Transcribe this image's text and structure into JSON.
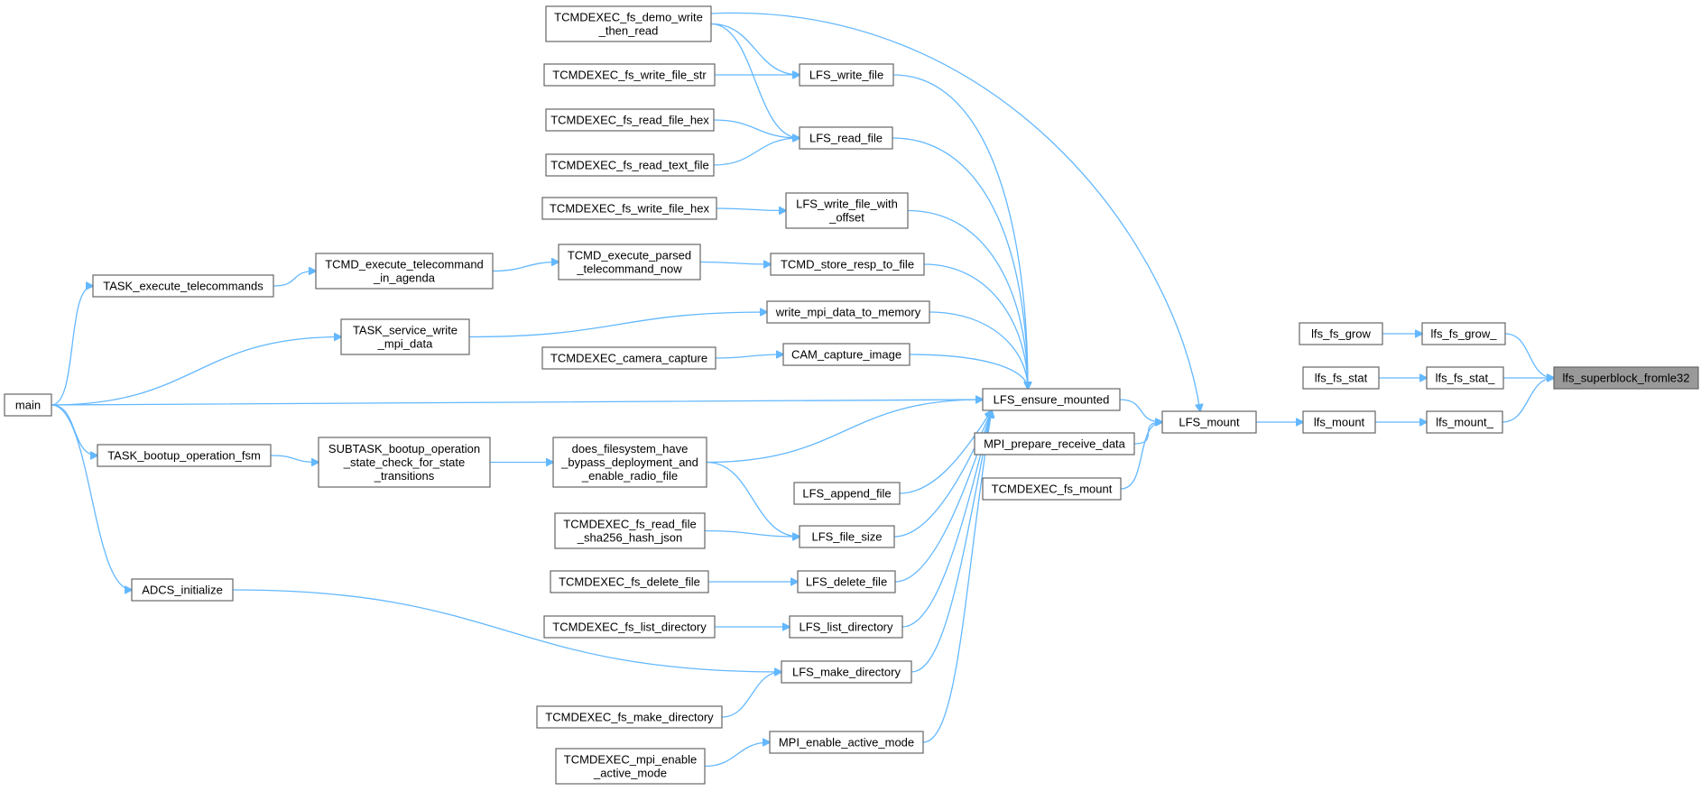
{
  "graph": {
    "title": "",
    "colors": {
      "edge": "#63b8ff",
      "node_border": "#666666",
      "node_fill": "#ffffff",
      "highlight_fill": "#999999"
    },
    "nodes": [
      {
        "id": "superblock",
        "lines": [
          "lfs_superblock_fromle32"
        ],
        "highlight": true
      },
      {
        "id": "fs_grow_",
        "lines": [
          "lfs_fs_grow_"
        ]
      },
      {
        "id": "fs_stat_",
        "lines": [
          "lfs_fs_stat_"
        ]
      },
      {
        "id": "mount_",
        "lines": [
          "lfs_mount_"
        ]
      },
      {
        "id": "fs_grow",
        "lines": [
          "lfs_fs_grow"
        ]
      },
      {
        "id": "fs_stat",
        "lines": [
          "lfs_fs_stat"
        ]
      },
      {
        "id": "lfsmount",
        "lines": [
          "lfs_mount"
        ]
      },
      {
        "id": "LFS_mount",
        "lines": [
          "LFS_mount"
        ]
      },
      {
        "id": "ensure",
        "lines": [
          "LFS_ensure_mounted"
        ]
      },
      {
        "id": "mpi_prep",
        "lines": [
          "MPI_prepare_receive_data"
        ]
      },
      {
        "id": "tc_fs_mount",
        "lines": [
          "TCMDEXEC_fs_mount"
        ]
      },
      {
        "id": "tc_demo",
        "lines": [
          "TCMDEXEC_fs_demo_write",
          "_then_read"
        ]
      },
      {
        "id": "tc_write_str",
        "lines": [
          "TCMDEXEC_fs_write_file_str"
        ]
      },
      {
        "id": "lfs_write",
        "lines": [
          "LFS_write_file"
        ]
      },
      {
        "id": "tc_read_hex",
        "lines": [
          "TCMDEXEC_fs_read_file_hex"
        ]
      },
      {
        "id": "lfs_read",
        "lines": [
          "LFS_read_file"
        ]
      },
      {
        "id": "tc_read_text",
        "lines": [
          "TCMDEXEC_fs_read_text_file"
        ]
      },
      {
        "id": "tc_write_hex",
        "lines": [
          "TCMDEXEC_fs_write_file_hex"
        ]
      },
      {
        "id": "lfs_write_off",
        "lines": [
          "LFS_write_file_with",
          "_offset"
        ]
      },
      {
        "id": "task_exec",
        "lines": [
          "TASK_execute_telecommands"
        ]
      },
      {
        "id": "tcmd_agenda",
        "lines": [
          "TCMD_execute_telecommand",
          "_in_agenda"
        ]
      },
      {
        "id": "tcmd_parsed",
        "lines": [
          "TCMD_execute_parsed",
          "_telecommand_now"
        ]
      },
      {
        "id": "tcmd_store",
        "lines": [
          "TCMD_store_resp_to_file"
        ]
      },
      {
        "id": "task_mpi",
        "lines": [
          "TASK_service_write",
          "_mpi_data"
        ]
      },
      {
        "id": "write_mpi",
        "lines": [
          "write_mpi_data_to_memory"
        ]
      },
      {
        "id": "tc_camera",
        "lines": [
          "TCMDEXEC_camera_capture"
        ]
      },
      {
        "id": "cam_capture",
        "lines": [
          "CAM_capture_image"
        ]
      },
      {
        "id": "main",
        "lines": [
          "main"
        ]
      },
      {
        "id": "task_bootup",
        "lines": [
          "TASK_bootup_operation_fsm"
        ]
      },
      {
        "id": "subtask_boot",
        "lines": [
          "SUBTASK_bootup_operation",
          "_state_check_for_state",
          "_transitions"
        ]
      },
      {
        "id": "does_fs",
        "lines": [
          "does_filesystem_have",
          "_bypass_deployment_and",
          "_enable_radio_file"
        ]
      },
      {
        "id": "lfs_append",
        "lines": [
          "LFS_append_file"
        ]
      },
      {
        "id": "tc_sha",
        "lines": [
          "TCMDEXEC_fs_read_file",
          "_sha256_hash_json"
        ]
      },
      {
        "id": "lfs_size",
        "lines": [
          "LFS_file_size"
        ]
      },
      {
        "id": "tc_delete",
        "lines": [
          "TCMDEXEC_fs_delete_file"
        ]
      },
      {
        "id": "lfs_delete",
        "lines": [
          "LFS_delete_file"
        ]
      },
      {
        "id": "adcs",
        "lines": [
          "ADCS_initialize"
        ]
      },
      {
        "id": "tc_list",
        "lines": [
          "TCMDEXEC_fs_list_directory"
        ]
      },
      {
        "id": "lfs_list",
        "lines": [
          "LFS_list_directory"
        ]
      },
      {
        "id": "lfs_mkdir",
        "lines": [
          "LFS_make_directory"
        ]
      },
      {
        "id": "tc_mkdir",
        "lines": [
          "TCMDEXEC_fs_make_directory"
        ]
      },
      {
        "id": "mpi_enable",
        "lines": [
          "MPI_enable_active_mode"
        ]
      },
      {
        "id": "tc_mpi_enable",
        "lines": [
          "TCMDEXEC_mpi_enable",
          "_active_mode"
        ]
      }
    ],
    "edges": [
      {
        "from": "fs_grow_",
        "to": "superblock"
      },
      {
        "from": "fs_stat_",
        "to": "superblock"
      },
      {
        "from": "mount_",
        "to": "superblock"
      },
      {
        "from": "fs_grow",
        "to": "fs_grow_"
      },
      {
        "from": "fs_stat",
        "to": "fs_stat_"
      },
      {
        "from": "lfsmount",
        "to": "mount_"
      },
      {
        "from": "LFS_mount",
        "to": "lfsmount"
      },
      {
        "from": "ensure",
        "to": "LFS_mount"
      },
      {
        "from": "mpi_prep",
        "to": "LFS_mount"
      },
      {
        "from": "tc_fs_mount",
        "to": "LFS_mount"
      },
      {
        "from": "tc_demo",
        "to": "LFS_mount"
      },
      {
        "from": "lfs_write",
        "to": "ensure"
      },
      {
        "from": "lfs_read",
        "to": "ensure"
      },
      {
        "from": "lfs_write_off",
        "to": "ensure"
      },
      {
        "from": "tcmd_store",
        "to": "ensure"
      },
      {
        "from": "write_mpi",
        "to": "ensure"
      },
      {
        "from": "cam_capture",
        "to": "ensure"
      },
      {
        "from": "main",
        "to": "ensure"
      },
      {
        "from": "does_fs",
        "to": "ensure"
      },
      {
        "from": "lfs_append",
        "to": "ensure"
      },
      {
        "from": "lfs_size",
        "to": "ensure"
      },
      {
        "from": "lfs_delete",
        "to": "ensure"
      },
      {
        "from": "lfs_list",
        "to": "ensure"
      },
      {
        "from": "lfs_mkdir",
        "to": "ensure"
      },
      {
        "from": "mpi_enable",
        "to": "ensure"
      },
      {
        "from": "tc_demo",
        "to": "lfs_write"
      },
      {
        "from": "tc_write_str",
        "to": "lfs_write"
      },
      {
        "from": "tc_demo",
        "to": "lfs_read"
      },
      {
        "from": "tc_read_hex",
        "to": "lfs_read"
      },
      {
        "from": "tc_read_text",
        "to": "lfs_read"
      },
      {
        "from": "tc_write_hex",
        "to": "lfs_write_off"
      },
      {
        "from": "tcmd_parsed",
        "to": "tcmd_store"
      },
      {
        "from": "tcmd_agenda",
        "to": "tcmd_parsed"
      },
      {
        "from": "task_exec",
        "to": "tcmd_agenda"
      },
      {
        "from": "main",
        "to": "task_exec"
      },
      {
        "from": "task_mpi",
        "to": "write_mpi"
      },
      {
        "from": "main",
        "to": "task_mpi"
      },
      {
        "from": "tc_camera",
        "to": "cam_capture"
      },
      {
        "from": "main",
        "to": "task_bootup"
      },
      {
        "from": "task_bootup",
        "to": "subtask_boot"
      },
      {
        "from": "subtask_boot",
        "to": "does_fs"
      },
      {
        "from": "does_fs",
        "to": "lfs_size"
      },
      {
        "from": "tc_sha",
        "to": "lfs_size"
      },
      {
        "from": "tc_delete",
        "to": "lfs_delete"
      },
      {
        "from": "main",
        "to": "adcs"
      },
      {
        "from": "adcs",
        "to": "lfs_mkdir"
      },
      {
        "from": "tc_list",
        "to": "lfs_list"
      },
      {
        "from": "tc_mkdir",
        "to": "lfs_mkdir"
      },
      {
        "from": "tc_mpi_enable",
        "to": "mpi_enable"
      }
    ]
  }
}
